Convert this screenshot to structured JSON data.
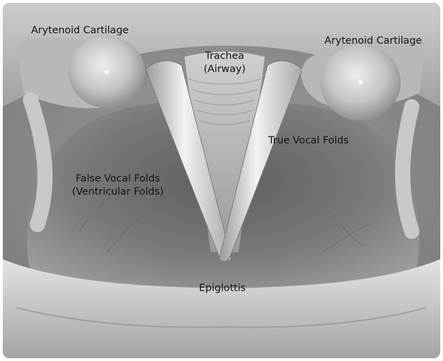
{
  "labels": {
    "arytenoid_left": "Arytenoid Cartilage",
    "arytenoid_right": "Arytenoid Cartilage",
    "trachea_line1": "Trachea",
    "trachea_line2": "(Airway)",
    "true_vocal_folds": "True Vocal Folds",
    "false_vocal_folds_line1": "False Vocal Folds",
    "false_vocal_folds_line2": "(Ventricular Folds)",
    "epiglottis": "Epiglottis"
  },
  "colors": {
    "frame": "#000000",
    "label_text": "#141414",
    "tissue_light": "#d8d8d8",
    "tissue_dark": "#6c6c6c"
  }
}
